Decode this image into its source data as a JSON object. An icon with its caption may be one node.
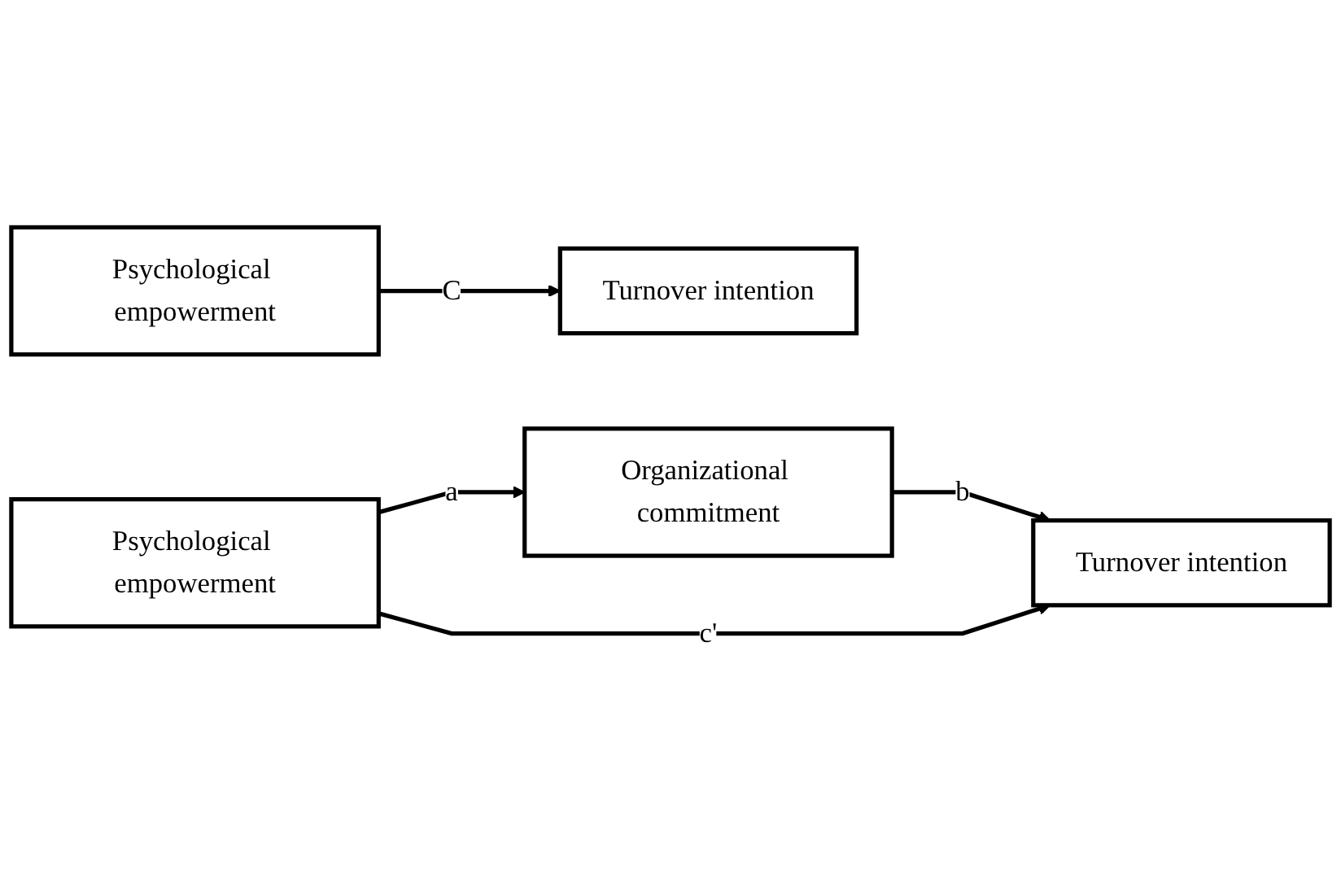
{
  "diagram": {
    "nodes": [
      {
        "text": [
          "Psychological empowerment"
        ]
      },
      {
        "text": [
          "Turnover intention"
        ]
      },
      {
        "text": [
          "Organizational commitment"
        ]
      },
      {
        "text": [
          "Psychological empowerment"
        ]
      },
      {
        "text": [
          "Turnover intention"
        ]
      }
    ],
    "edges": [
      {
        "from": 0,
        "to": 1,
        "arrow": "to",
        "label": "C"
      },
      {
        "from": 3,
        "to": 2,
        "arrow": "to",
        "label": "a"
      },
      {
        "from": 2,
        "to": 4,
        "arrow": "to",
        "label": "b"
      },
      {
        "from": 3,
        "to": 4,
        "arrow": "to",
        "label": "c'"
      }
    ]
  }
}
